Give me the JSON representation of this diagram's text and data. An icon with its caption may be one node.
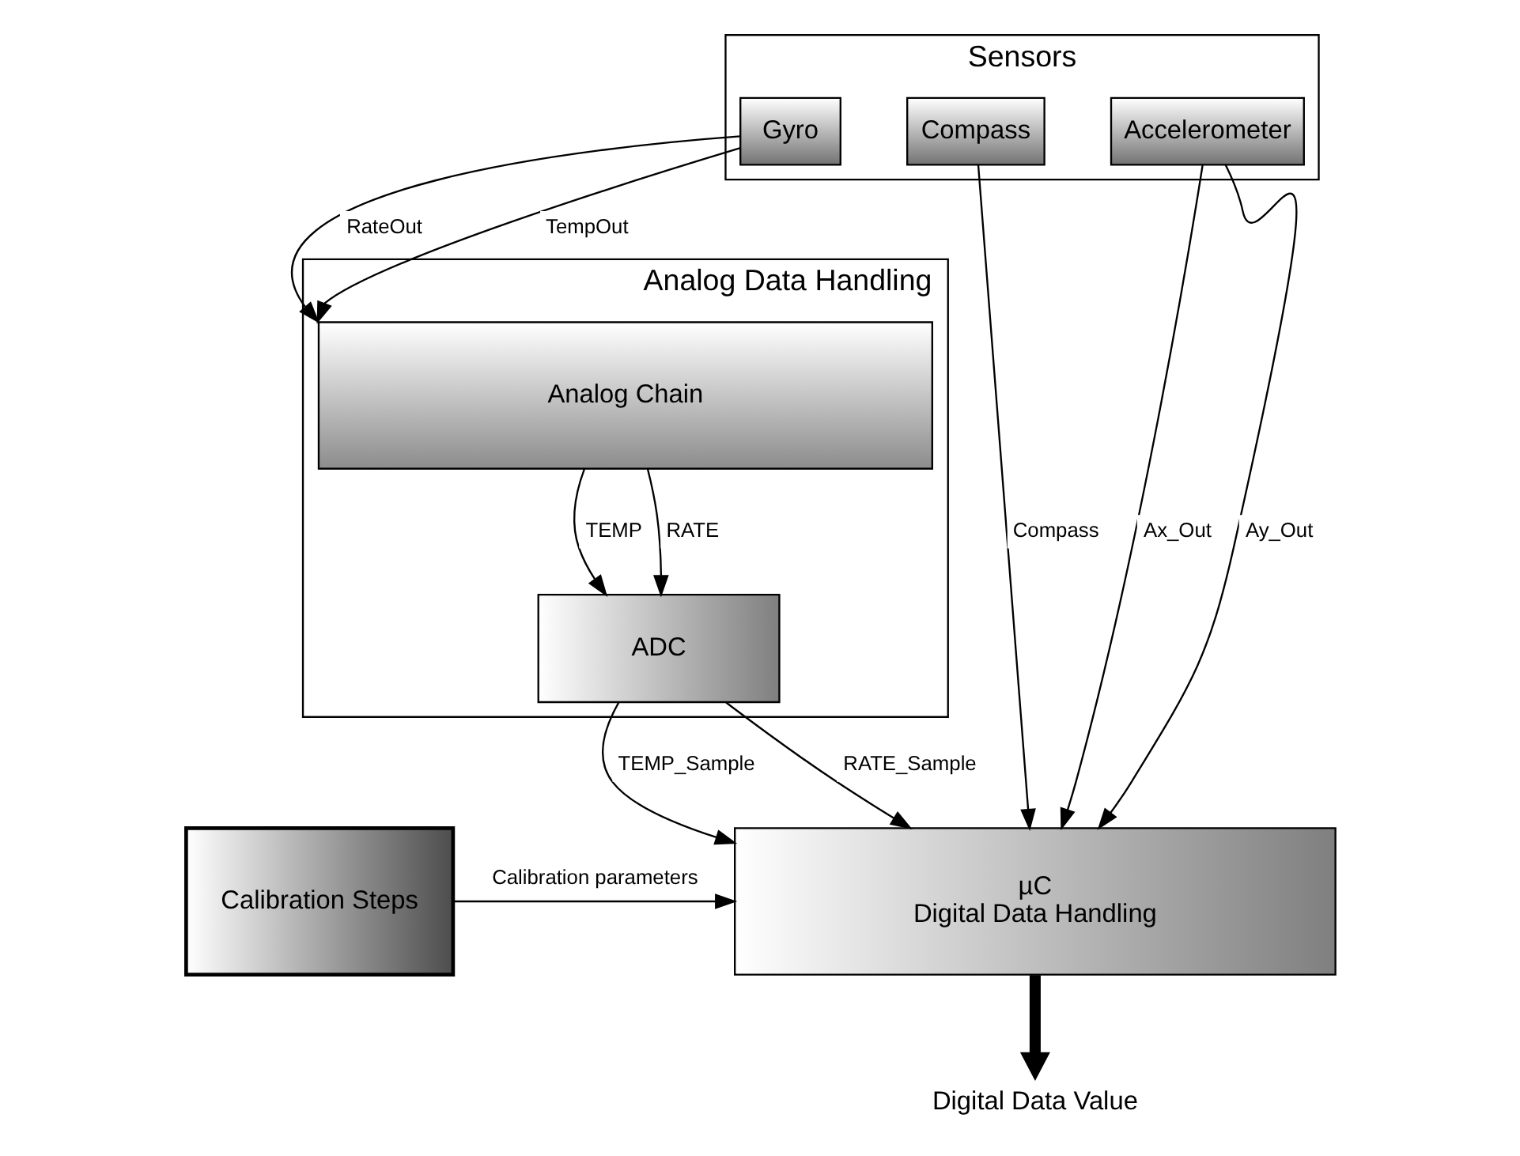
{
  "diagram": {
    "nodes": [
      {
        "text": [
          "Sensors"
        ]
      },
      {
        "text": [
          "Gyro"
        ],
        "in": 0
      },
      {
        "text": [
          "Compass"
        ],
        "in": 0
      },
      {
        "text": [
          "Accelerometer"
        ],
        "in": 0
      },
      {
        "text": [
          "Analog Data Handling"
        ]
      },
      {
        "text": [
          "Analog Chain"
        ],
        "in": 4
      },
      {
        "text": [
          "ADC"
        ],
        "in": 4
      },
      {
        "text": [
          "µC",
          "Digital Data Handling"
        ]
      },
      {
        "text": [
          "Calibration Steps"
        ]
      },
      {
        "text": [
          "Digital Data Value"
        ]
      }
    ],
    "edges": [
      {
        "from": 1,
        "to": 5,
        "arrow": "to",
        "label": "RateOut"
      },
      {
        "from": 1,
        "to": 5,
        "arrow": "to",
        "label": "TempOut"
      },
      {
        "from": 2,
        "to": 7,
        "arrow": "to",
        "label": "Compass"
      },
      {
        "from": 3,
        "to": 7,
        "arrow": "to",
        "label": "Ax_Out"
      },
      {
        "from": 3,
        "to": 7,
        "arrow": "to",
        "label": "Ay_Out"
      },
      {
        "from": 5,
        "to": 6,
        "arrow": "to",
        "label": "TEMP"
      },
      {
        "from": 5,
        "to": 6,
        "arrow": "to",
        "label": "RATE"
      },
      {
        "from": 6,
        "to": 7,
        "arrow": "to",
        "label": "TEMP_Sample"
      },
      {
        "from": 6,
        "to": 7,
        "arrow": "to",
        "label": "RATE_Sample"
      },
      {
        "from": 8,
        "to": 7,
        "arrow": "to",
        "label": "Calibration parameters"
      },
      {
        "from": 7,
        "to": 9,
        "arrow": "to",
        "style": "thick"
      }
    ]
  }
}
